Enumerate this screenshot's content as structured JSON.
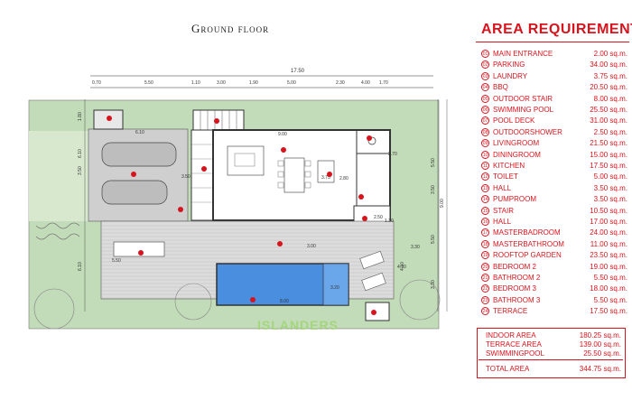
{
  "plan": {
    "title": "Ground floor",
    "overall_dimension": "17.50",
    "top_dimensions": [
      "0.70",
      "5.50",
      "1.10",
      "3.00",
      "1.90",
      "5.00",
      "2.30",
      "4.00",
      "1.70"
    ],
    "left_dimensions": [
      "1.80",
      "6.10",
      "3.50",
      "6.10"
    ],
    "right_dimensions": [
      "5.50",
      "3.50",
      "5.50",
      "4.10",
      "3.30",
      "9.00"
    ],
    "interior_labels": [
      "6.10",
      "9.00",
      "3.50",
      "2.70",
      "3.75",
      "3.00",
      "2.50",
      "1.30",
      "3.20",
      "2.80",
      "5.50",
      "8.00",
      "3.30",
      "4.10"
    ],
    "colors": {
      "lawn": "#c2dbb8",
      "indoor_floor": "#ffffff",
      "terrace": "#dcdcdc",
      "parking": "#cfcfcf",
      "pool": "#4a8ee0",
      "wall": "#333333",
      "marker": "#d7141d"
    }
  },
  "area_requirement": {
    "title": "AREA REQUIREMENT",
    "rooms": [
      {
        "num": "01",
        "name": "MAIN ENTRANCE",
        "area": "2.00 sq.m."
      },
      {
        "num": "02",
        "name": "PARKING",
        "area": "34.00 sq.m."
      },
      {
        "num": "03",
        "name": "LAUNDRY",
        "area": "3.75 sq.m."
      },
      {
        "num": "04",
        "name": "BBQ",
        "area": "20.50 sq.m."
      },
      {
        "num": "05",
        "name": "OUTDOOR STAIR",
        "area": "8.00 sq.m."
      },
      {
        "num": "06",
        "name": "SWIMMING POOL",
        "area": "25.50 sq.m."
      },
      {
        "num": "07",
        "name": "POOL DECK",
        "area": "31.00 sq.m."
      },
      {
        "num": "08",
        "name": "OUTDOORSHOWER",
        "area": "2.50 sq.m."
      },
      {
        "num": "09",
        "name": "LIVINGROOM",
        "area": "21.50 sq.m."
      },
      {
        "num": "10",
        "name": "DININGROOM",
        "area": "15.00 sq.m."
      },
      {
        "num": "11",
        "name": "KITCHEN",
        "area": "17.50 sq.m."
      },
      {
        "num": "12",
        "name": "TOILET",
        "area": "5.00 sq.m."
      },
      {
        "num": "13",
        "name": "HALL",
        "area": "3.50 sq.m."
      },
      {
        "num": "14",
        "name": "PUMPROOM",
        "area": "3.50 sq.m."
      },
      {
        "num": "15",
        "name": "STAIR",
        "area": "10.50 sq.m."
      },
      {
        "num": "16",
        "name": "HALL",
        "area": "17.00 sq.m."
      },
      {
        "num": "17",
        "name": "MASTERBADROOM",
        "area": "24.00 sq.m."
      },
      {
        "num": "18",
        "name": "MASTERBATHROOM",
        "area": "11.00 sq.m."
      },
      {
        "num": "19",
        "name": "ROOFTOP GARDEN",
        "area": "23.50 sq.m."
      },
      {
        "num": "20",
        "name": "BEDROOM 2",
        "area": "19.00 sq.m."
      },
      {
        "num": "21",
        "name": "BATHROOM 2",
        "area": "5.50 sq.m."
      },
      {
        "num": "22",
        "name": "BEDROOM 3",
        "area": "18.00 sq.m."
      },
      {
        "num": "23",
        "name": "BATHROOM 3",
        "area": "5.50 sq.m."
      },
      {
        "num": "24",
        "name": "TERRACE",
        "area": "17.50 sq.m."
      }
    ],
    "summary": [
      {
        "name": "INDOOR AREA",
        "area": "180.25 sq.m."
      },
      {
        "name": "TERRACE AREA",
        "area": "139.00 sq.m."
      },
      {
        "name": "SWIMMINGPOOL",
        "area": "25.50 sq.m."
      }
    ],
    "total": {
      "name": "TOTAL AREA",
      "area": "344.75 sq.m."
    }
  },
  "watermark": "ISLANDERS"
}
